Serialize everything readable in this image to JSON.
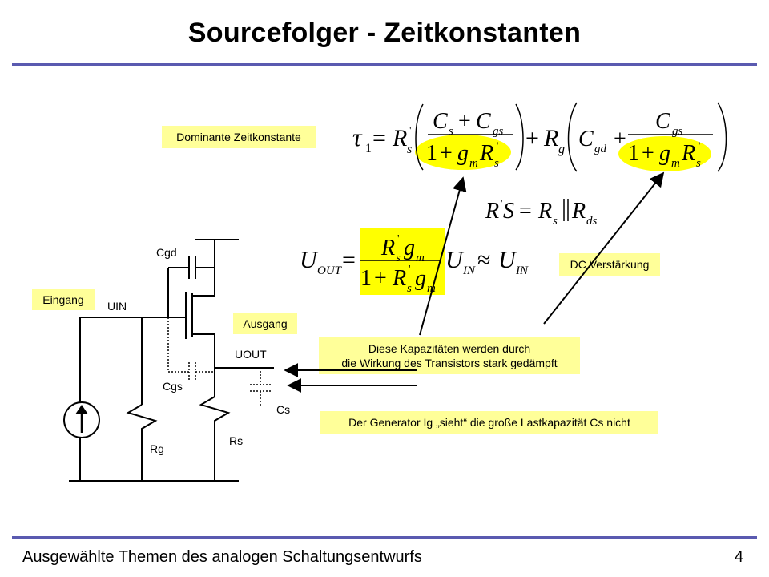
{
  "slide": {
    "title": "Sourcefolger - Zeitkonstanten",
    "footer": "Ausgewählte Themen des analogen Schaltungsentwurfs",
    "page_number": "4"
  },
  "callouts": {
    "dominant": "Dominante Zeitkonstante",
    "dc_gain": "DC Verstärkung",
    "input": "Eingang",
    "output": "Ausgang",
    "damped_line1": "Diese Kapazitäten werden durch",
    "damped_line2": "die Wirkung des Transistors stark gedämpft",
    "generator": "Der Generator Ig „sieht“ die große Lastkapazität Cs nicht"
  },
  "circuit": {
    "uin": "UIN",
    "uout": "UOUT",
    "cgd": "Cgd",
    "cgs": "Cgs",
    "cs": "Cs",
    "rg": "Rg",
    "rs": "Rs"
  },
  "colors": {
    "rule": "#5a5ab0",
    "highlight": "#ffff00",
    "callout": "#ffff99"
  }
}
